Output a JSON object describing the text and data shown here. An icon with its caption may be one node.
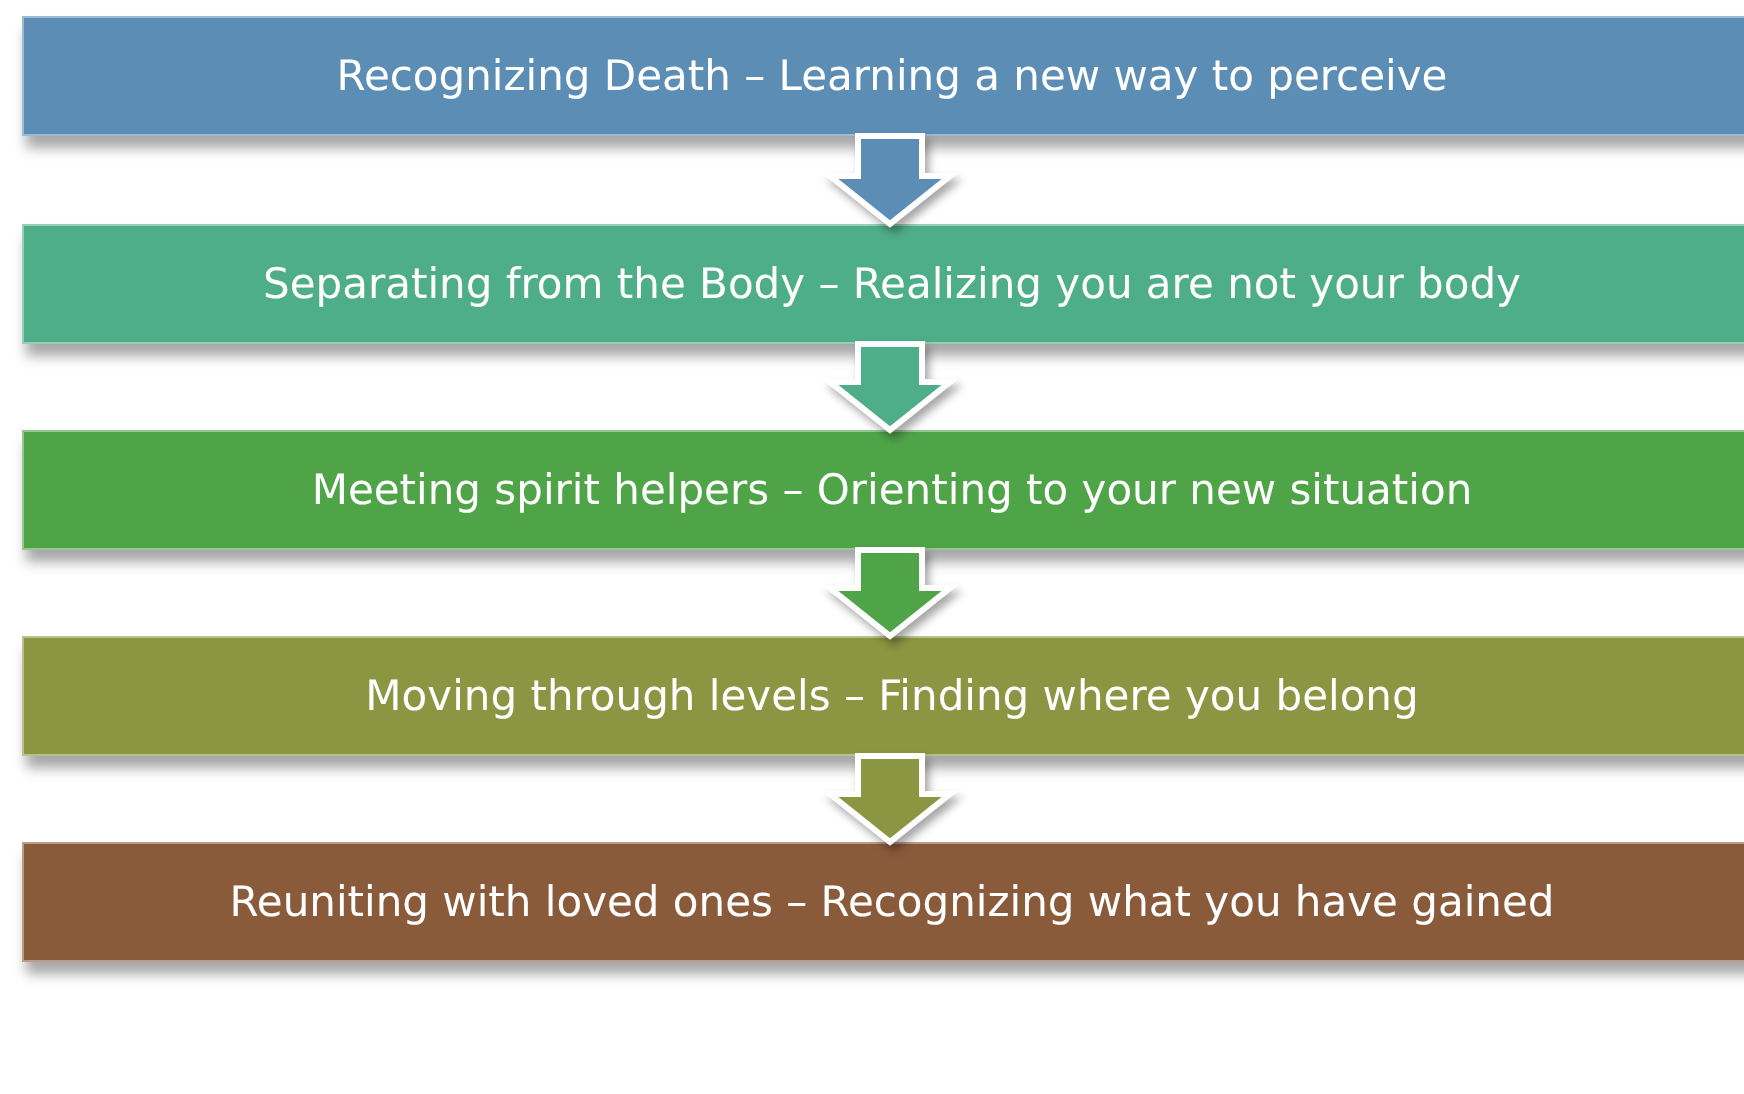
{
  "diagram": {
    "nodes": [
      {
        "text": [
          "Recognizing Death – Learning a new way to perceive"
        ]
      },
      {
        "text": [
          "Separating from the Body – Realizing you are not your body"
        ]
      },
      {
        "text": [
          "Meeting spirit helpers – Orienting to your new situation"
        ]
      },
      {
        "text": [
          "Moving through levels – Finding where you belong"
        ]
      },
      {
        "text": [
          "Reuniting with loved ones – Recognizing what you have gained"
        ]
      }
    ],
    "edges": [
      {
        "from": 0,
        "to": 1,
        "arrow": "to",
        "style": "thick",
        "color": "#5b8db5"
      },
      {
        "from": 1,
        "to": 2,
        "arrow": "to",
        "style": "thick",
        "color": "#4fae8a"
      },
      {
        "from": 2,
        "to": 3,
        "arrow": "to",
        "style": "thick",
        "color": "#4fa448"
      },
      {
        "from": 3,
        "to": 4,
        "arrow": "to",
        "style": "thick",
        "color": "#8a9641"
      }
    ]
  }
}
